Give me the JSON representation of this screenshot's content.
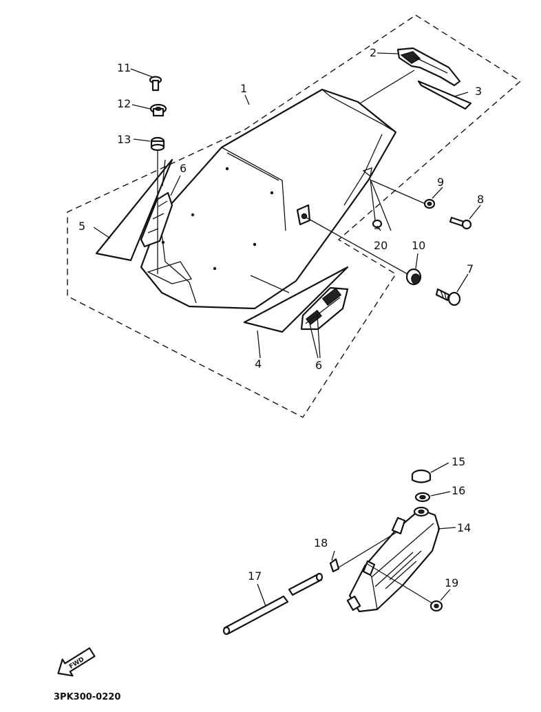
{
  "labels": {
    "p1": "1",
    "p2": "2",
    "p3": "3",
    "p4": "4",
    "p5": "5",
    "p6a": "6",
    "p6b": "6",
    "p7": "7",
    "p8": "8",
    "p9": "9",
    "p10": "10",
    "p11": "11",
    "p12": "12",
    "p13": "13",
    "p14": "14",
    "p15": "15",
    "p16": "16",
    "p17": "17",
    "p18": "18",
    "p19": "19",
    "p20": "20"
  },
  "fwd_label": "FWD",
  "diagram_code": "3PK300-0220"
}
